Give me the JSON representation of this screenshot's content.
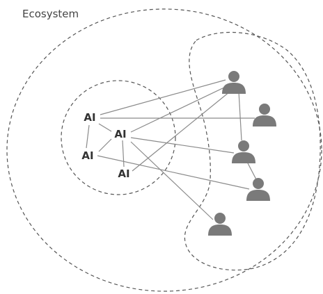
{
  "diagram": {
    "title": "Ecosystem",
    "ai_label": "AI",
    "ai_agents": [
      "ai-1",
      "ai-2",
      "ai-3",
      "ai-4"
    ],
    "people": [
      "person-1",
      "person-2",
      "person-3",
      "person-4",
      "person-5"
    ],
    "connections": [
      [
        "ai-1",
        "ai-2"
      ],
      [
        "ai-1",
        "ai-3"
      ],
      [
        "ai-2",
        "ai-3"
      ],
      [
        "ai-2",
        "ai-4"
      ],
      [
        "ai-1",
        "person-1"
      ],
      [
        "ai-1",
        "person-2"
      ],
      [
        "ai-2",
        "person-1"
      ],
      [
        "ai-2",
        "person-3"
      ],
      [
        "ai-2",
        "person-5"
      ],
      [
        "ai-3",
        "person-4"
      ],
      [
        "ai-4",
        "person-1"
      ],
      [
        "person-1",
        "person-3"
      ],
      [
        "person-3",
        "person-4"
      ]
    ],
    "colors": {
      "boundary": "#555555",
      "link": "#8a8a8a",
      "person": "#7a7a7a",
      "ai_text": "#333333",
      "title_text": "#444444"
    }
  }
}
